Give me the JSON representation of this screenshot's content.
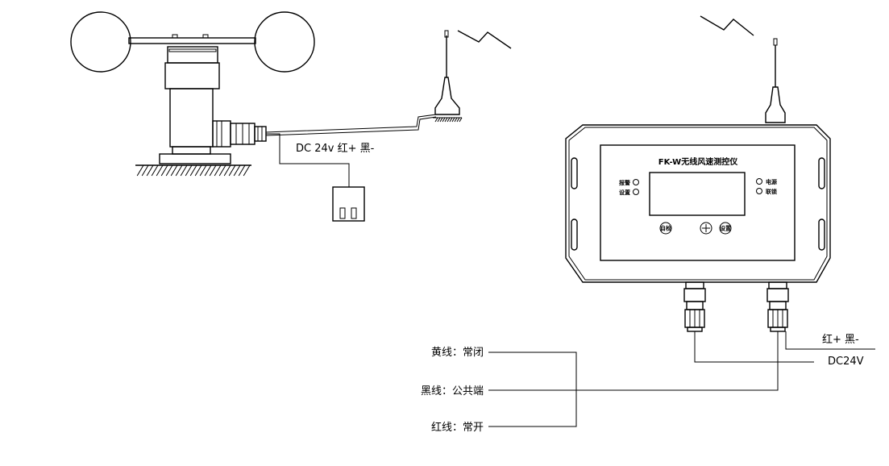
{
  "anemometer": {
    "power_label": "DC 24v  红+  黑-"
  },
  "controller": {
    "title": "FK-W无线风速测控仪",
    "indicators": {
      "alarm": "报警",
      "settings": "设置",
      "power": "电源",
      "link": "联锁"
    },
    "buttons": {
      "self_check": "自检",
      "plus": "+",
      "set": "设置"
    },
    "power_polarity": "红+  黑-",
    "power_voltage": "DC24V"
  },
  "relay_wires": [
    {
      "label": "黄线：常闭"
    },
    {
      "label": "黑线：公共端"
    },
    {
      "label": "红线：常开"
    }
  ]
}
